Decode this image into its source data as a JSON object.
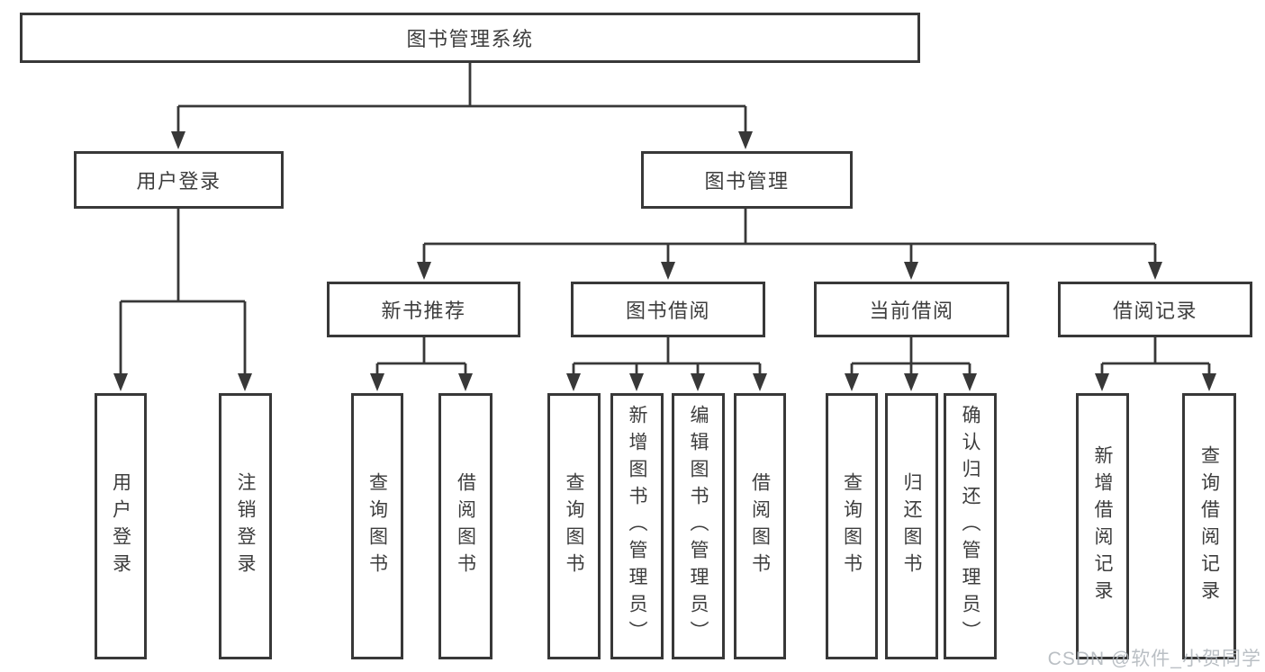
{
  "diagram": {
    "root": {
      "label": "图书管理系统"
    },
    "level2": [
      {
        "id": "user-login",
        "label": "用户登录"
      },
      {
        "id": "book-management",
        "label": "图书管理"
      }
    ],
    "level3": [
      {
        "id": "new-book-recommend",
        "label": "新书推荐"
      },
      {
        "id": "book-borrowing",
        "label": "图书借阅"
      },
      {
        "id": "current-borrowing",
        "label": "当前借阅"
      },
      {
        "id": "borrowing-records",
        "label": "借阅记录"
      }
    ],
    "level4": {
      "user_login": [
        {
          "label": "用户登录"
        },
        {
          "label": "注销登录"
        }
      ],
      "new_book_recommend": [
        {
          "label": "查询图书"
        },
        {
          "label": "借阅图书"
        }
      ],
      "book_borrowing": [
        {
          "label": "查询图书"
        },
        {
          "label": "新增图书（管理员）"
        },
        {
          "label": "编辑图书（管理员）"
        },
        {
          "label": "借阅图书"
        }
      ],
      "current_borrowing": [
        {
          "label": "查询图书"
        },
        {
          "label": "归还图书"
        },
        {
          "label": "确认归还（管理员）"
        }
      ],
      "borrowing_records": [
        {
          "label": "新增借阅记录"
        },
        {
          "label": "查询借阅记录"
        }
      ]
    },
    "watermark": "CSDN @软件_小贺同学",
    "colors": {
      "line": "#383838",
      "box_border": "#383838",
      "text": "#3d3d3d",
      "watermark": "#aeb4ba",
      "background": "#ffffff"
    }
  }
}
